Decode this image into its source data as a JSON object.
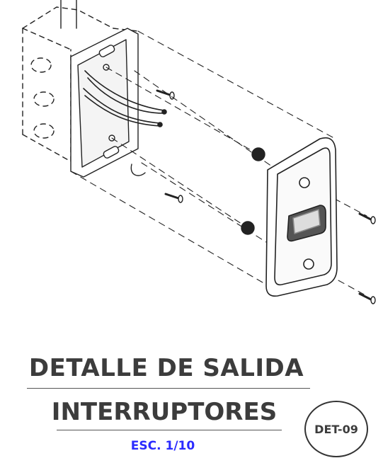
{
  "drawing": {
    "title_line1": "DETALLE DE SALIDA",
    "title_line2": "INTERRUPTORES",
    "scale": "ESC. 1/10",
    "code": "DET-09"
  }
}
